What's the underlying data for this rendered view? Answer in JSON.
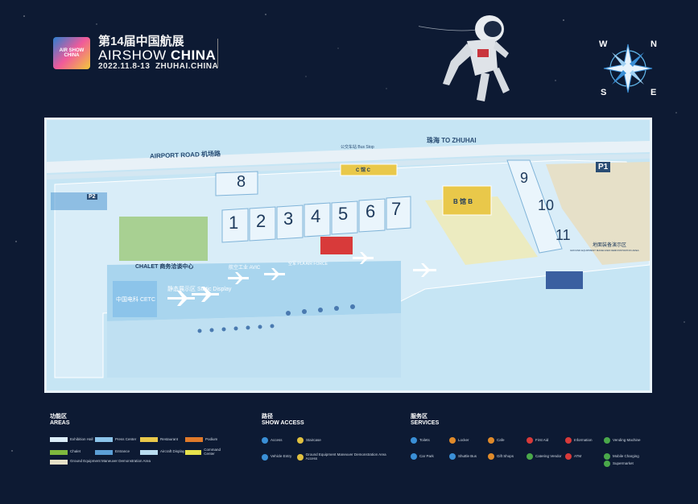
{
  "header": {
    "logo_text": "AIR SHOW CHINA",
    "edition": "第14届中国航展",
    "title_light": "AIRSHOW",
    "title_bold": "CHINA",
    "date": "2022.11.8-13",
    "city": "ZHUHAI.CHINA"
  },
  "compass": {
    "w": "W",
    "n": "N",
    "s": "S",
    "e": "E"
  },
  "map": {
    "airport_road": "AIRPORT ROAD 机场路",
    "to_zhuhai": "珠海 TO ZHUHAI",
    "bus_stop": "公交车站 Bus Stop",
    "halls": [
      "1",
      "2",
      "3",
      "4",
      "5",
      "6",
      "7",
      "8",
      "9",
      "10",
      "11"
    ],
    "hall_b": "B 馆 B",
    "hall_c": "C 馆 C",
    "chalet": "CHALET 商务洽谈中心",
    "static_display": "静态展示区 Static Display",
    "avic": "航空工业 AVIC",
    "cetc": "中国电科 CETC",
    "air_force": "空军 PLA AIR FORCE",
    "p1": "P1",
    "p2": "P2",
    "ground_area": "地面装备演示区",
    "ground_area_en": "GROUND EQUIPMENT MANEUVER DEMONSTRATION AREA"
  },
  "legend_areas": {
    "title_cn": "功能区",
    "title_en": "AREAS",
    "items": [
      {
        "label": "Exhibition Hall",
        "color": "#dceefa"
      },
      {
        "label": "Press Center",
        "color": "#8cc4ea"
      },
      {
        "label": "Restaurant",
        "color": "#e9c84a"
      },
      {
        "label": "Podium",
        "color": "#e07a2a"
      },
      {
        "label": "Chalet",
        "color": "#7fb83e"
      },
      {
        "label": "Entrance",
        "color": "#5c9fd6"
      },
      {
        "label": "Aircraft Display",
        "color": "#b9dcf0"
      },
      {
        "label": "Command Center",
        "color": "#e6e24c"
      },
      {
        "label": "Ground Equipment Maneuver Demonstration Area",
        "color": "#e6e0c8"
      }
    ]
  },
  "legend_access": {
    "title_cn": "路径",
    "title_en": "SHOW ACCESS",
    "items": [
      {
        "label": "Access",
        "color": "#3a8fd6"
      },
      {
        "label": "Staircase",
        "color": "#e0c040"
      },
      {
        "label": "Vehicle Entry",
        "color": "#3a8fd6"
      },
      {
        "label": "Ground Equipment Maneuver Demonstration Area Access",
        "color": "#e0c040"
      }
    ]
  },
  "legend_services": {
    "title_cn": "服务区",
    "title_en": "SERVICES",
    "items": [
      {
        "label": "Toilets",
        "color": "#3a8fd6"
      },
      {
        "label": "Locker",
        "color": "#e08a2a"
      },
      {
        "label": "Cafe",
        "color": "#e08a2a"
      },
      {
        "label": "First Aid",
        "color": "#d83a3a"
      },
      {
        "label": "Information",
        "color": "#d83a3a"
      },
      {
        "label": "Vending Machine",
        "color": "#4aa84a"
      },
      {
        "label": "Car Park",
        "color": "#3a8fd6"
      },
      {
        "label": "Shuttle Bus",
        "color": "#3a8fd6"
      },
      {
        "label": "Gift Shops",
        "color": "#e08a2a"
      },
      {
        "label": "Catering Vendor",
        "color": "#4aa84a"
      },
      {
        "label": "ATM",
        "color": "#d83a3a"
      },
      {
        "label": "Mobile Charging",
        "color": "#4aa84a"
      },
      {
        "label": "Supermarket",
        "color": "#4aa84a"
      }
    ]
  }
}
